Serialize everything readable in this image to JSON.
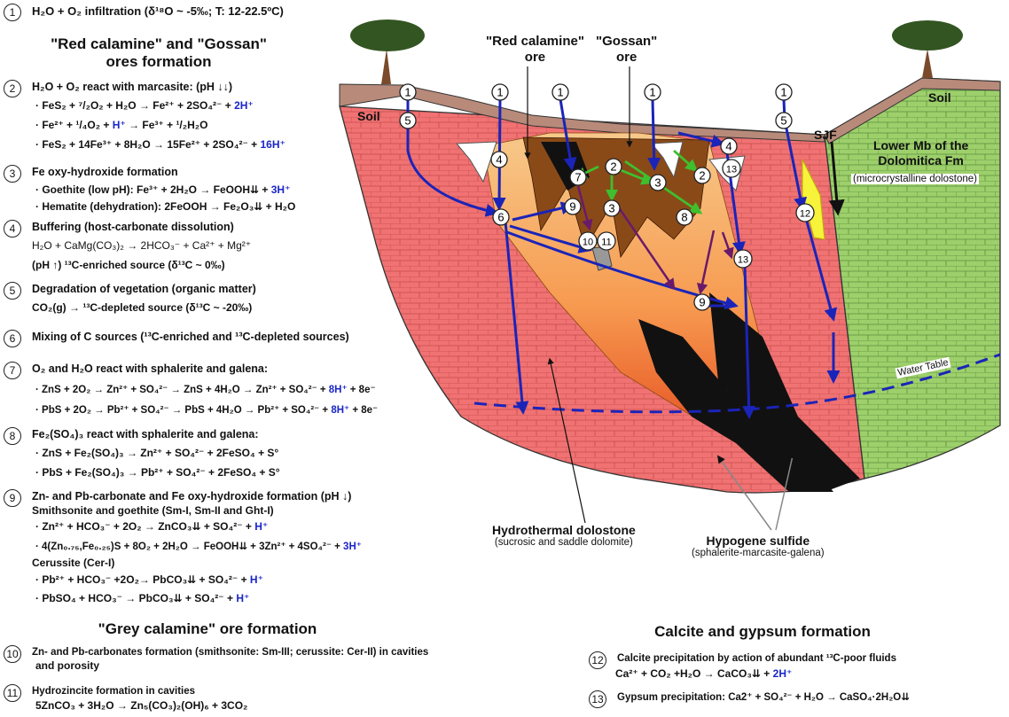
{
  "left_panel": {
    "step1": {
      "num": "1",
      "text": "H₂O + O₂ infiltration (δ¹⁸O ~ -5‰; T: 12-22.5ºC)"
    },
    "heading_red": "\"Red calamine\" and \"Gossan\"",
    "heading_red2": "ores formation",
    "step2": {
      "num": "2",
      "text": "H₂O + O₂ react with marcasite: (pH ↓↓)",
      "eq1": "· FeS₂ + ⁷/₂O₂ + H₂O → Fe²⁺ + 2SO₄²⁻ +",
      "eq1b": "2H⁺",
      "eq2": "· Fe²⁺ + ¹/₄O₂ +",
      "eq2b": "H⁺",
      "eq2c": "→ Fe³⁺ + ¹/₂H₂O",
      "eq3": "· FeS₂ + 14Fe³⁺ + 8H₂O → 15Fe²⁺ + 2SO₄²⁻ +",
      "eq3b": "16H⁺"
    },
    "step3": {
      "num": "3",
      "text": "Fe oxy-hydroxide formation",
      "eq1": "· Goethite (low pH): Fe³⁺ + 2H₂O → FeOOH⇊ +",
      "eq1b": "3H⁺",
      "eq2": "· Hematite (dehydration): 2FeOOH → Fe₂O₃⇊ + H₂O"
    },
    "step4": {
      "num": "4",
      "text": "Buffering (host-carbonate dissolution)",
      "eq1": "H₂O + CaMg(CO₃)₂ → 2HCO₃⁻ + Ca²⁺ + Mg²⁺",
      "eq2": "(pH ↑) ¹³C-enriched source (δ¹³C ~ 0‰)"
    },
    "step5": {
      "num": "5",
      "text": "Degradation of vegetation (organic matter)",
      "eq1": "CO₂(g) → ¹³C-depleted source (δ¹³C ~ -20‰)"
    },
    "step6": {
      "num": "6",
      "text": "Mixing of C sources (¹³C-enriched and ¹³C-depleted sources)"
    },
    "step7": {
      "num": "7",
      "text": "O₂ and H₂O react with sphalerite and galena:",
      "eq1": "· ZnS + 2O₂ → Zn²⁺ + SO₄²⁻ → ZnS + 4H₂O → Zn²⁺ + SO₄²⁻ +",
      "eq1b": "8H⁺",
      "eq1c": "+ 8e⁻",
      "eq2": "· PbS + 2O₂ → Pb²⁺ + SO₄²⁻ → PbS + 4H₂O → Pb²⁺ + SO₄²⁻ +",
      "eq2b": "8H⁺",
      "eq2c": "+ 8e⁻"
    },
    "step8": {
      "num": "8",
      "text": "Fe₂(SO₄)₃ react with sphalerite and galena:",
      "eq1": "· ZnS + Fe₂(SO₄)₃ → Zn²⁺ + SO₄²⁻ + 2FeSO₄ + S°",
      "eq2": "· PbS + Fe₂(SO₄)₃ → Pb²⁺ + SO₄²⁻ + 2FeSO₄ + S°"
    },
    "step9": {
      "num": "9",
      "text": "Zn- and Pb-carbonate and Fe oxy-hydroxide formation (pH ↓)",
      "sub1": "Smithsonite and goethite (Sm-I, Sm-II and Ght-I)",
      "eq1": "· Zn²⁺ + HCO₃⁻ + 2O₂ → ZnCO₃⇊ + SO₄²⁻ +",
      "eq1b": "H⁺",
      "eq2": "· 4(Zn₀.₇₅,Fe₀.₂₅)S + 8O₂ + 2H₂O → FeOOH⇊ + 3Zn²⁺ + 4SO₄²⁻ +",
      "eq2b": "3H⁺",
      "sub2": "Cerussite (Cer-I)",
      "eq3": "· Pb²⁺ + HCO₃⁻ +2O₂→ PbCO₃⇊ + SO₄²⁻ +",
      "eq3b": "H⁺",
      "eq4": "· PbSO₄ + HCO₃⁻ → PbCO₃⇊ + SO₄²⁻ +",
      "eq4b": "H⁺"
    },
    "heading_grey": "\"Grey calamine\" ore formation",
    "step10": {
      "num": "10",
      "text": "Zn- and Pb-carbonates formation (smithsonite: Sm-III; cerussite: Cer-II) in cavities",
      "text2": "and porosity"
    },
    "step11": {
      "num": "11",
      "text": "Hydrozincite formation in cavities",
      "eq1": "5ZnCO₃ + 3H₂O → Zn₅(CO₃)₂(OH)₆ + 3CO₂"
    }
  },
  "right_panel": {
    "heading_calcite": "Calcite and gypsum formation",
    "step12": {
      "num": "12",
      "text": "Calcite precipitation by action of abundant ¹³C-poor fluids",
      "eq1": "Ca²⁺ + CO₂ +H₂O → CaCO₃⇊ +",
      "eq1b": "2H⁺"
    },
    "step13": {
      "num": "13",
      "text": "Gypsum precipitation: Ca2⁺ + SO₄²⁻ + H₂O → CaSO₄·2H₂O⇊"
    }
  },
  "diagram": {
    "label_red_calamine": "\"Red calamine\"",
    "label_red_calamine2": "ore",
    "label_gossan": "\"Gossan\"",
    "label_gossan2": "ore",
    "label_soil_left": "Soil",
    "label_soil_right": "Soil",
    "label_sjf": "SJF",
    "label_lower_mb": "Lower Mb of the",
    "label_lower_mb2": "Dolomitica Fm",
    "label_micro": "(microcrystalline dolostone)",
    "label_water_table": "Water Table",
    "label_hydro_dolo": "Hydrothermal dolostone",
    "label_hydro_dolo_sub": "(sucrosic and saddle dolomite)",
    "label_hypogene": "Hypogene sulfide",
    "label_hypogene_sub": "(sphalerite-marcasite-galena)",
    "markers": [
      "1",
      "1",
      "1",
      "1",
      "1",
      "5",
      "5",
      "4",
      "4",
      "6",
      "7",
      "2",
      "2",
      "3",
      "3",
      "8",
      "9",
      "9",
      "10",
      "11",
      "12",
      "13",
      "13"
    ]
  },
  "colors": {
    "arrow_blue": "#1b24b8",
    "arrow_green": "#3fbf2e",
    "arrow_purple": "#6a1a6a",
    "host_rock": "#f07070",
    "dolomitica": "#9ccf6a",
    "ore_black": "#111111"
  }
}
